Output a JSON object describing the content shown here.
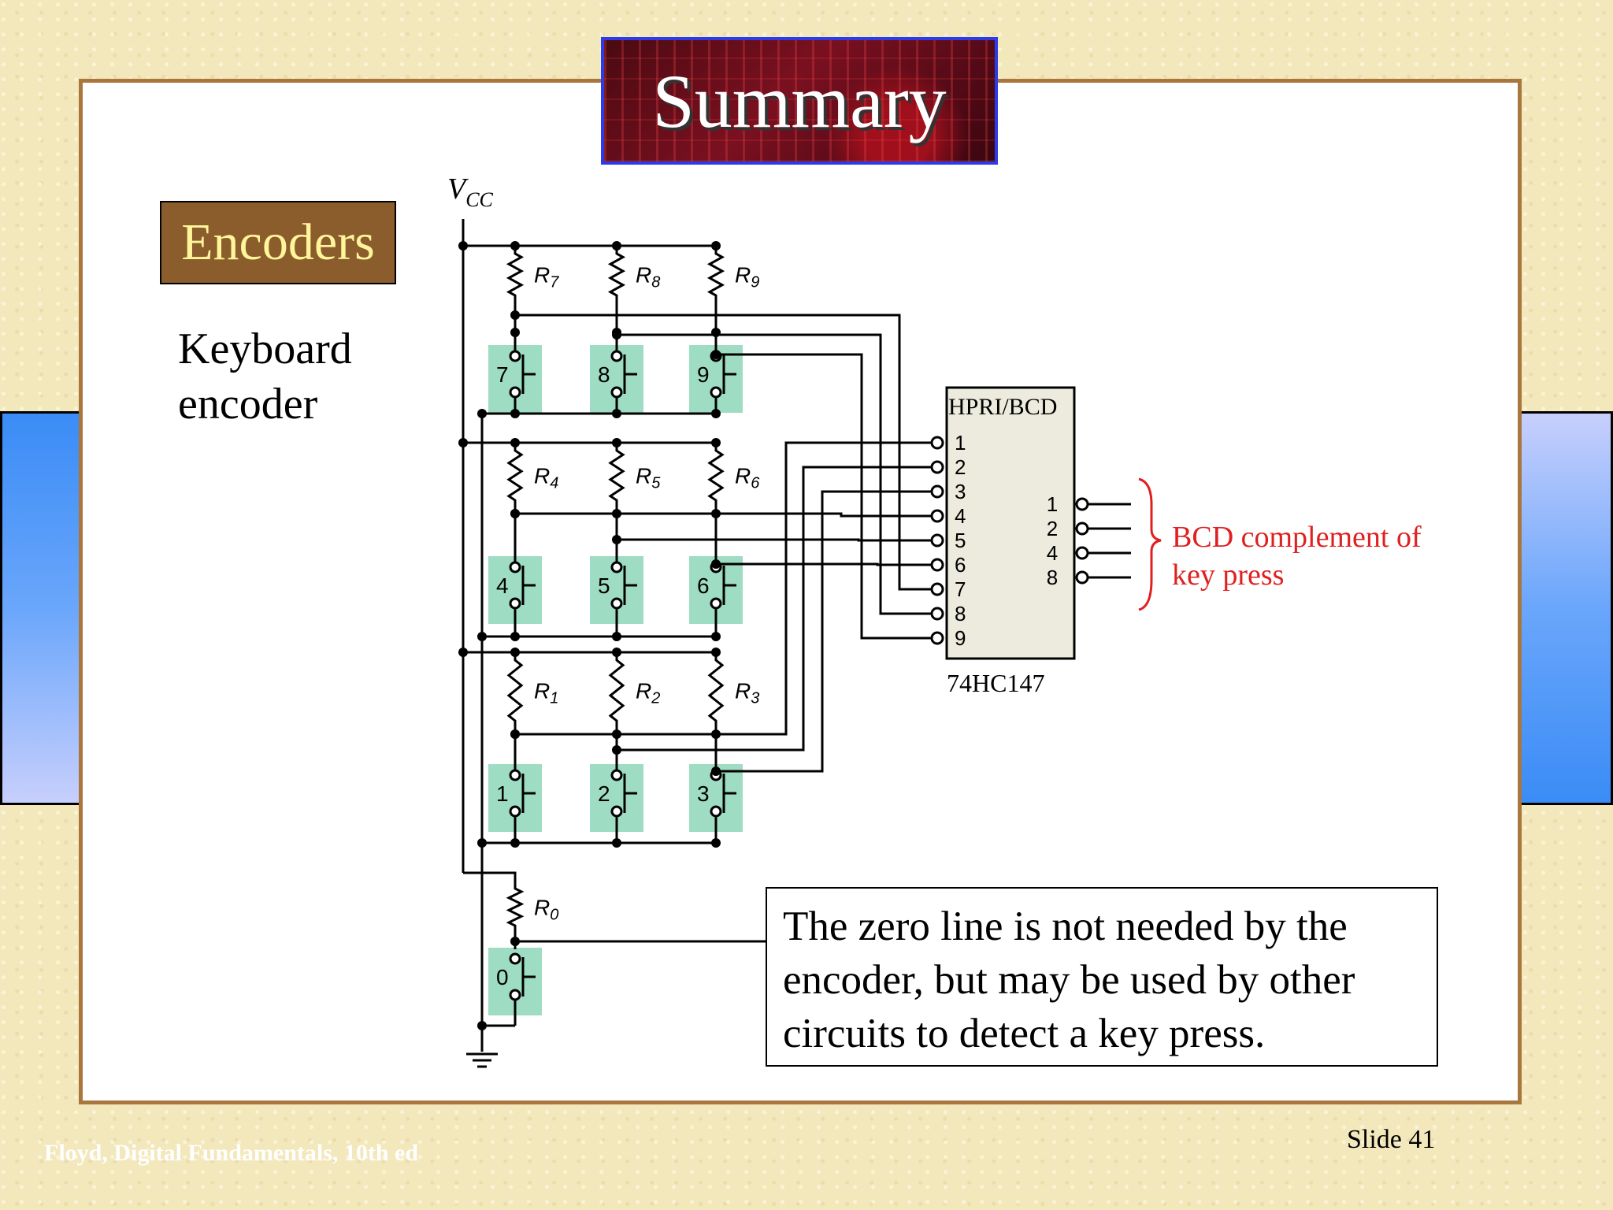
{
  "slide": {
    "title": "Summary",
    "section": "Encoders",
    "side_text": "Keyboard\nencoder",
    "note": "The zero line is not needed by the encoder, but may be used by other circuits to detect a key press.",
    "slide_number": "Slide 41",
    "footer": "Floyd, Digital Fundamentals, 10th ed"
  },
  "diagram": {
    "vcc_label": "V",
    "vcc_sub": "CC",
    "resistors": [
      {
        "name": "R",
        "sub": "7"
      },
      {
        "name": "R",
        "sub": "8"
      },
      {
        "name": "R",
        "sub": "9"
      },
      {
        "name": "R",
        "sub": "4"
      },
      {
        "name": "R",
        "sub": "5"
      },
      {
        "name": "R",
        "sub": "6"
      },
      {
        "name": "R",
        "sub": "1"
      },
      {
        "name": "R",
        "sub": "2"
      },
      {
        "name": "R",
        "sub": "3"
      },
      {
        "name": "R",
        "sub": "0"
      }
    ],
    "keys": [
      "7",
      "8",
      "9",
      "4",
      "5",
      "6",
      "1",
      "2",
      "3",
      "0"
    ],
    "chip_title": "HPRI/BCD",
    "chip_part": "74HC147",
    "inputs": [
      "1",
      "2",
      "3",
      "4",
      "5",
      "6",
      "7",
      "8",
      "9"
    ],
    "outputs": [
      "1",
      "2",
      "4",
      "8"
    ],
    "bcd_label": "BCD complement of\nkey press"
  },
  "colors": {
    "key_pad": "#9fdcc4",
    "chip_fill": "#ecebdd",
    "note_red": "#e02020",
    "section_bg": "#8b5c2c",
    "section_text": "#fff59a"
  }
}
